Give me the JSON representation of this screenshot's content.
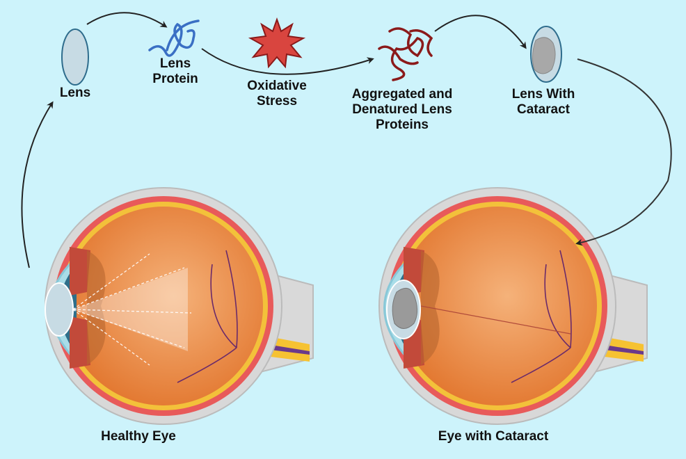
{
  "title": "Cataract formation pathway",
  "steps": [
    {
      "label": "Lens"
    },
    {
      "label_line1": "Lens",
      "label_line2": "Protein"
    },
    {
      "label_line1": "Oxidative",
      "label_line2": "Stress"
    },
    {
      "label_line1": "Aggregated and",
      "label_line2": "Denatured Lens",
      "label_line3": "Proteins"
    },
    {
      "label_line1": "Lens With",
      "label_line2": "Cataract"
    }
  ],
  "eyes": {
    "healthy": "Healthy Eye",
    "cataract": "Eye with Cataract"
  },
  "colors": {
    "background": "#cdf3fb",
    "protein": "#3a6fc4",
    "aggregated": "#8b1a1a",
    "stress": "#d9453f",
    "eyeball": "#e9833a"
  }
}
